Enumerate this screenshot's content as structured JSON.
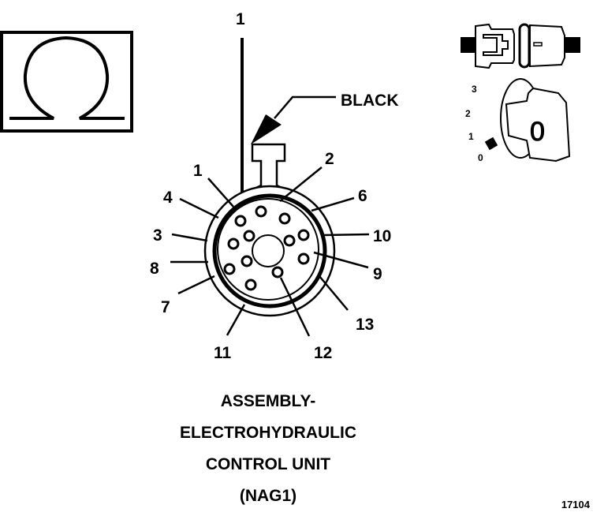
{
  "diagram": {
    "type": "connector-pinout",
    "wire_label": "1",
    "callout_label": "BLACK",
    "pins": [
      "1",
      "2",
      "3",
      "4",
      "6",
      "7",
      "8",
      "9",
      "10",
      "11",
      "12",
      "13"
    ],
    "pin_labels": {
      "p1": "1",
      "p2": "2",
      "p3": "3",
      "p4": "4",
      "p6": "6",
      "p7": "7",
      "p8": "8",
      "p9": "9",
      "p10": "10",
      "p11": "11",
      "p12": "12",
      "p13": "13"
    }
  },
  "icons": {
    "ohmmeter": "omega-icon",
    "connector": "connector-icon",
    "selector": "selector-dial-icon"
  },
  "selector": {
    "positions": [
      "3",
      "2",
      "1",
      "0"
    ],
    "key_label": "0"
  },
  "caption": {
    "line1": "ASSEMBLY-",
    "line2": "ELECTROHYDRAULIC",
    "line3": "CONTROL UNIT",
    "line4": "(NAG1)"
  },
  "figure_number": "17104"
}
